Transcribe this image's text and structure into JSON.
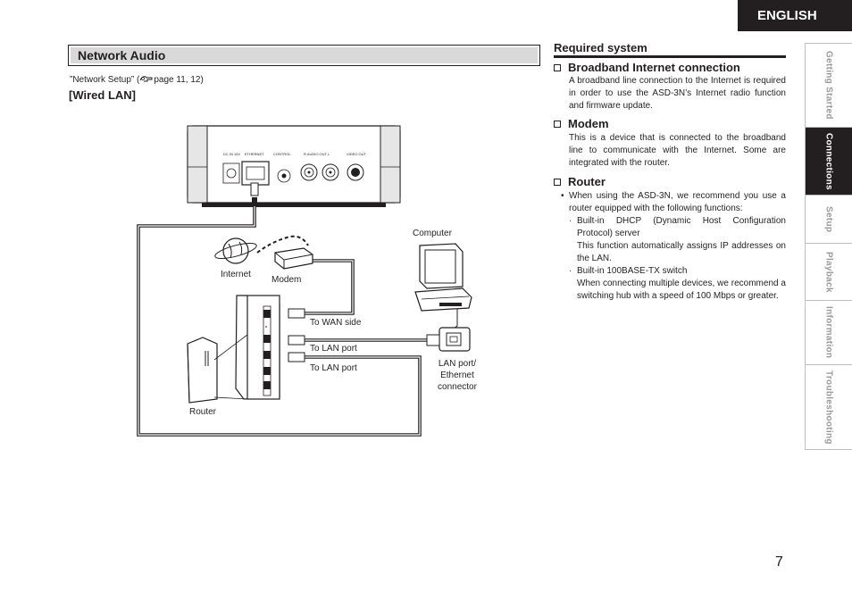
{
  "header": {
    "language": "ENGLISH"
  },
  "section": {
    "title": "Network Audio",
    "reference": "”Network Setup” (",
    "reference_pages": "page 11, 12)",
    "subsection": "[Wired LAN]"
  },
  "diagram": {
    "device_panel": {
      "dc_in": "DC IN 15V",
      "ethernet": "ETHERNET",
      "control": "CONTROL",
      "audio_out": "R  AUDIO OUT  L",
      "video_out": "VIDEO OUT"
    },
    "labels": {
      "internet": "Internet",
      "modem": "Modem",
      "computer": "Computer",
      "to_wan": "To WAN side",
      "to_lan_1": "To LAN port",
      "to_lan_2": "To LAN port",
      "lan_port_1": "LAN port/",
      "lan_port_2": "Ethernet",
      "lan_port_3": "connector",
      "router": "Router"
    }
  },
  "required_system": {
    "title": "Required system",
    "broadband": {
      "heading": "Broadband Internet connection",
      "text": "A broadband line connection to the Internet is required in order to use the ASD-3N’s Internet radio function and firmware update."
    },
    "modem": {
      "heading": "Modem",
      "text": "This is a device that is connected to the broadband line to communicate with the Internet. Some are integrated with the router."
    },
    "router": {
      "heading": "Router",
      "bullet": "When using the ASD-3N, we recommend you use a router equipped with the following functions:",
      "sub1_title": "Built-in DHCP (Dynamic Host Configuration Protocol) server",
      "sub1_desc": "This function automatically assigns IP addresses on the LAN.",
      "sub2_title": "Built-in 100BASE-TX switch",
      "sub2_desc": "When connecting multiple devices, we recommend a switching hub with a speed of 100 Mbps or greater."
    }
  },
  "side_tabs": [
    "Getting Started",
    "Connections",
    "Setup",
    "Playback",
    "Information",
    "Troubleshooting"
  ],
  "page_number": "7"
}
